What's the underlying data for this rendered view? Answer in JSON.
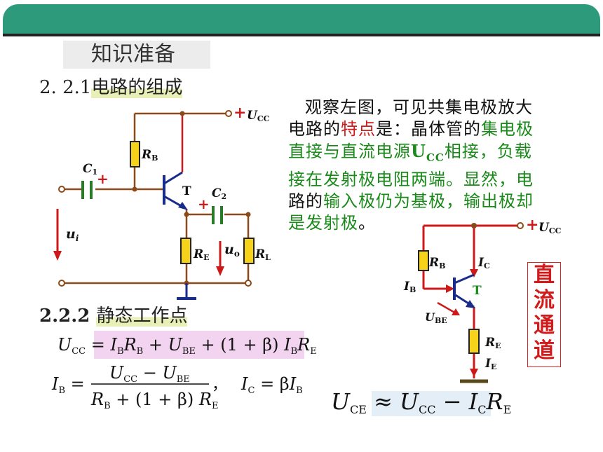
{
  "header": {
    "section_title": "知识准备"
  },
  "subsection1": {
    "number": "2. 2.1",
    "title": "电路的组成"
  },
  "subsection2": {
    "number": "2.2.2 ",
    "title": "静态工作点"
  },
  "observation": {
    "l1": "观察左图，可见共集电极放大",
    "l2a": "电路的",
    "l2b": "特点",
    "l2c": "是：晶体管的",
    "l2d": "集电极",
    "l3a": "直接与直流电源",
    "l3b": "U",
    "l3c": "CC",
    "l3d": "相接，负载",
    "l4": "接在发射极电阻两端。显然，电",
    "l5a": "路的",
    "l5b": "输入极仍为基极，输出极却",
    "l6a": "是发射极",
    "l6b": "。"
  },
  "dc_path_label": "直流通道",
  "circuit1": {
    "vcc": "U",
    "vcc_sub": "CC",
    "rb": "R",
    "rb_sub": "B",
    "c1": "C",
    "c1_sub": "1",
    "c2": "C",
    "c2_sub": "2",
    "t": "T",
    "re": "R",
    "re_sub": "E",
    "rl": "R",
    "rl_sub": "L",
    "ui": "u",
    "ui_sub": "i",
    "uo": "u",
    "uo_sub": "o",
    "plus": "+"
  },
  "circuit2": {
    "vcc": "U",
    "vcc_sub": "CC",
    "rb": "R",
    "rb_sub": "B",
    "ib": "I",
    "ib_sub": "B",
    "ic": "I",
    "ic_sub": "C",
    "t": "T",
    "ube": "U",
    "ube_sub": "BE",
    "re": "R",
    "re_sub": "E",
    "ie": "I",
    "ie_sub": "E",
    "plus": "+"
  },
  "formulas": {
    "f1": {
      "lhs": "U",
      "lhs_sub": "CC",
      "eq": " = ",
      "t1": "I",
      "t1_sub": "B",
      "t2": "R",
      "t2_sub": "B",
      "plus": " + ",
      "t3": "U",
      "t3_sub": "BE",
      "plus2": " + (1 + β) ",
      "t4": "I",
      "t4_sub": "B",
      "t5": "R",
      "t5_sub": "E"
    },
    "f2": {
      "lhs": "I",
      "lhs_sub": "B",
      "eq": " = ",
      "num_a": "U",
      "num_a_sub": "CC",
      "minus": " − ",
      "num_b": "U",
      "num_b_sub": "BE",
      "den_a": "R",
      "den_a_sub": "B",
      "den_mid": " + (1 + β) ",
      "den_b": "R",
      "den_b_sub": "E",
      "comma": "，",
      "ic": "I",
      "ic_sub": "C",
      "eq2": " = β",
      "ib": "I",
      "ib_sub": "B"
    },
    "f3": {
      "lhs": "U",
      "lhs_sub": "CE",
      "approx": " ≈ ",
      "a": "U",
      "a_sub": "CC",
      "minus": " − ",
      "b": "I",
      "b_sub": "C",
      "c": "R",
      "c_sub": "E"
    }
  }
}
